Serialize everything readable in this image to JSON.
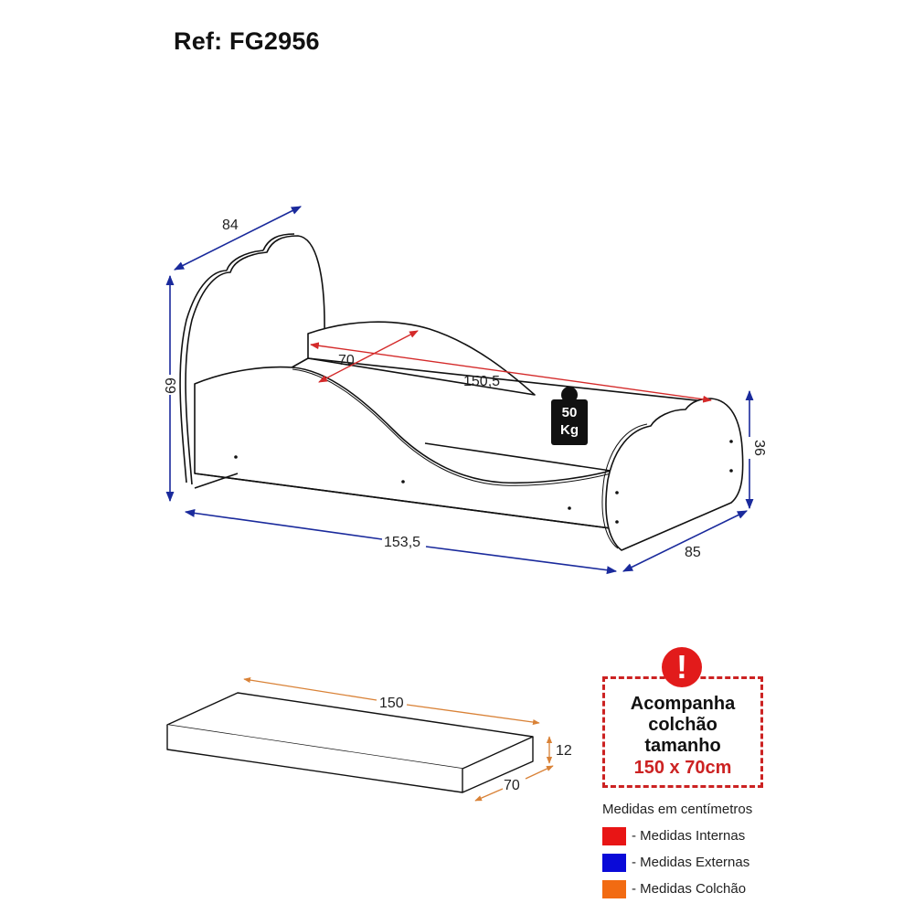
{
  "header": {
    "title": "Ref: FG2956"
  },
  "bed": {
    "external": {
      "headboard_depth": "84",
      "headboard_height": "69",
      "length": "153,5",
      "width": "85",
      "footboard_height": "36"
    },
    "internal": {
      "width": "70",
      "length": "150,5"
    },
    "weight_badge": {
      "value": "50",
      "unit": "Kg"
    }
  },
  "mattress": {
    "length": "150",
    "width": "70",
    "height": "12"
  },
  "notice": {
    "icon": "exclamation-circle-icon",
    "lines": [
      "Acompanha",
      "colchão",
      "tamanho"
    ],
    "size": "150 x 70cm"
  },
  "legend": {
    "heading": "Medidas em centímetros",
    "items": [
      {
        "label": "- Medidas Internas",
        "color": "#e81515"
      },
      {
        "label": "- Medidas Externas",
        "color": "#0a0ad8"
      },
      {
        "label": "- Medidas Colchão",
        "color": "#f26b12"
      }
    ]
  },
  "colors": {
    "internal": "#d42a2a",
    "external": "#1a2a9c",
    "mattress": "#d98237",
    "notice_red": "#cc2222"
  }
}
